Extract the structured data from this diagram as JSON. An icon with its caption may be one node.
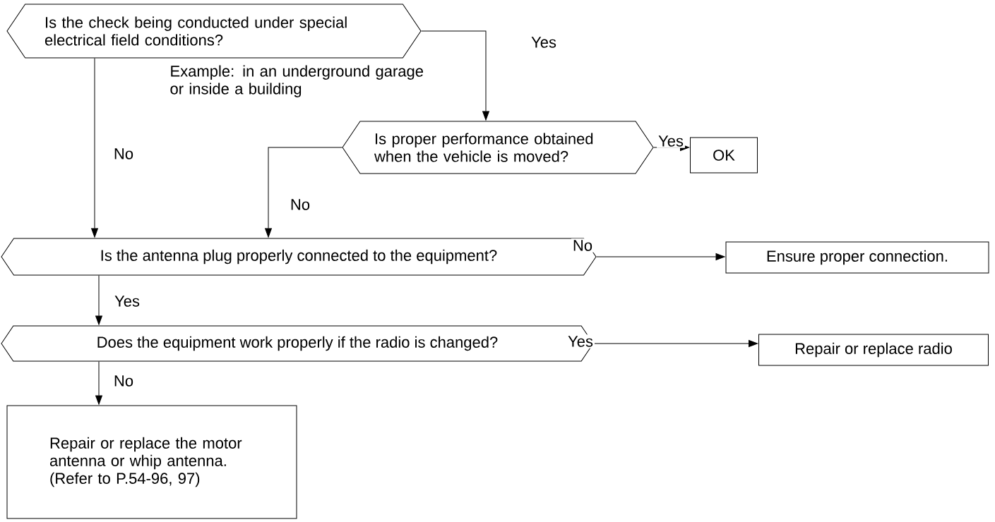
{
  "diagram": {
    "nodes": [
      {
        "text": [
          "Is the check being conducted under special electrical field conditions?"
        ],
        "beside": [
          "Example: in an underground garage or inside a building"
        ]
      },
      {
        "text": [
          "Is proper performance obtained when the vehicle is moved?"
        ]
      },
      {
        "text": [
          "OK"
        ]
      },
      {
        "text": [
          "Is the antenna plug properly connected to the equipment?"
        ]
      },
      {
        "text": [
          "Ensure proper connection."
        ]
      },
      {
        "text": [
          "Does the equipment work properly if the radio is changed?"
        ]
      },
      {
        "text": [
          "Repair or replace radio"
        ]
      },
      {
        "text": [
          "Repair or replace the motor antenna or whip antenna. (Refer to P.54-96, 97)"
        ]
      }
    ],
    "edges": [
      {
        "from": 0,
        "to": 1,
        "arrow": "to",
        "label": "Yes"
      },
      {
        "from": 0,
        "to": 3,
        "arrow": "to",
        "label": "No"
      },
      {
        "from": 1,
        "to": 2,
        "arrow": "to",
        "label": "Yes"
      },
      {
        "from": 1,
        "to": 3,
        "arrow": "to",
        "label": "No"
      },
      {
        "from": 3,
        "to": 4,
        "arrow": "to",
        "label": "No"
      },
      {
        "from": 3,
        "to": 5,
        "arrow": "to",
        "label": "Yes"
      },
      {
        "from": 5,
        "to": 6,
        "arrow": "to",
        "label": "Yes"
      },
      {
        "from": 5,
        "to": 7,
        "arrow": "to",
        "label": "No"
      }
    ]
  }
}
